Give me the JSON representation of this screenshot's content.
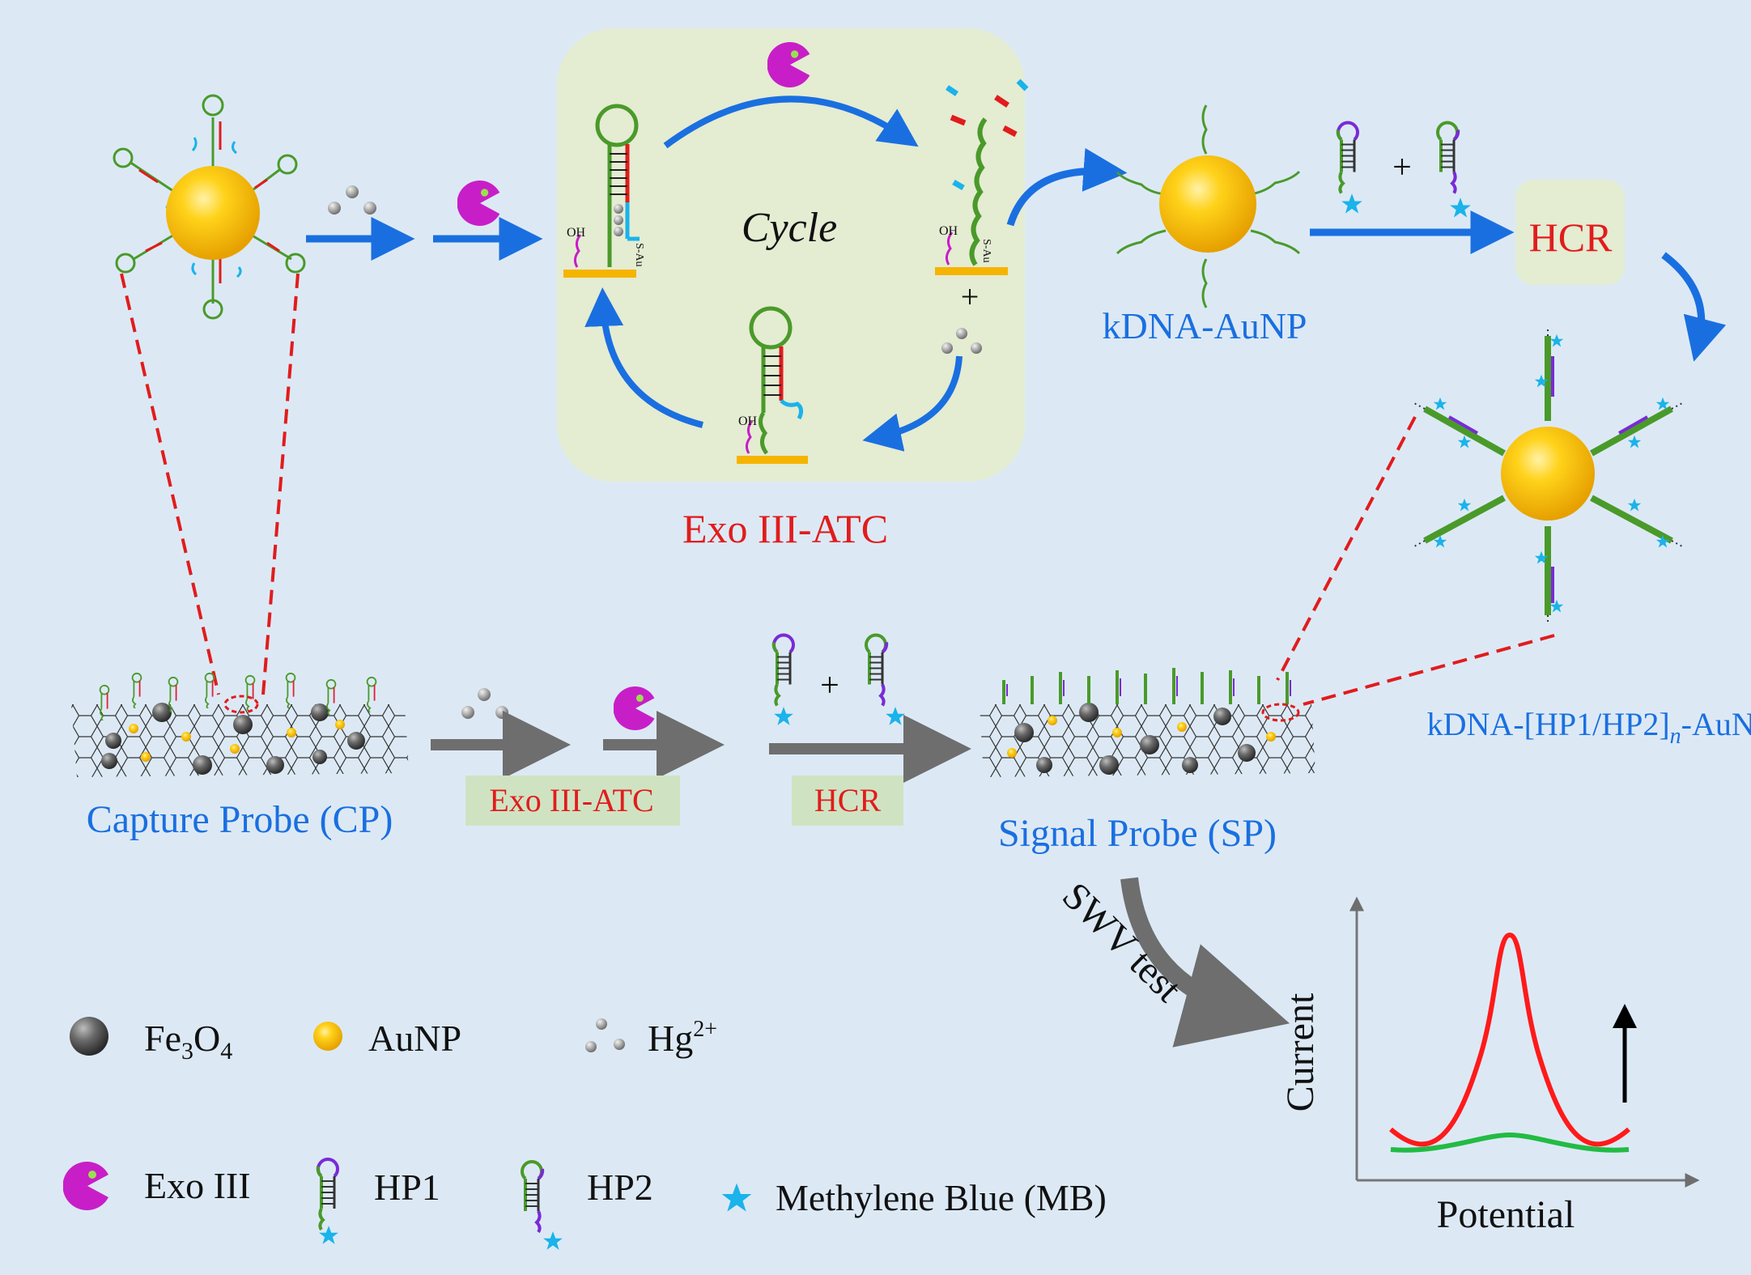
{
  "cycle": {
    "label": "Cycle",
    "title": "Exo III-ATC"
  },
  "probes": {
    "kdna_aunp": "kDNA-AuNP",
    "hcr_box": "HCR",
    "kdna_hp_a": "kDNA-[HP1/HP2]",
    "kdna_hp_n": "n",
    "kdna_hp_b": "-AuNP"
  },
  "steps": {
    "plus_small": "+",
    "capture_probe": "Capture Probe (CP)",
    "signal_probe": "Signal Probe (SP)",
    "exo_atc_box": "Exo III-ATC",
    "hcr_box": "HCR",
    "swv": "SWV test",
    "oh": "OH",
    "sau": "S-Au"
  },
  "plot": {
    "xlabel": "Potential",
    "ylabel": "Current"
  },
  "legend": {
    "fe3o4_main": "Fe",
    "fe3o4_sub1": "3",
    "fe3o4_mid": "O",
    "fe3o4_sub2": "4",
    "aunp": "AuNP",
    "hg_main": "Hg",
    "hg_sup": "2+",
    "exo": "Exo III",
    "hp1": "HP1",
    "hp2": "HP2",
    "mb": "Methylene Blue (MB)"
  },
  "colors": {
    "background": "#dce9f5",
    "blue_arrow": "#1a6fe0",
    "gray_arrow": "#6e6e6e",
    "label_blue": "#1a6fe0",
    "label_red": "#e11c1c",
    "panel_green": "#e4ecd2",
    "gold": "#ffc000",
    "signal_red": "#ff1a1a",
    "baseline_green": "#22bb44"
  }
}
